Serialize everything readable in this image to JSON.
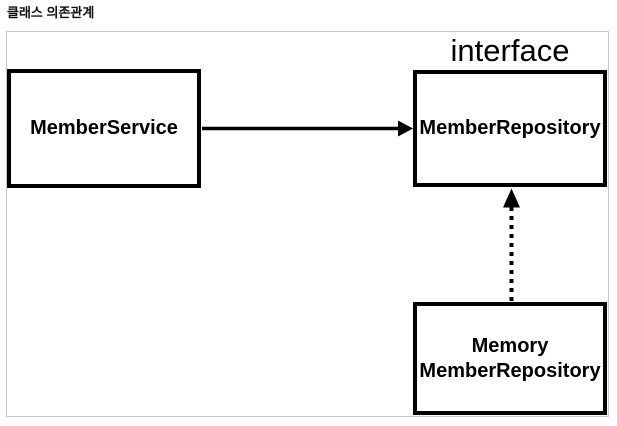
{
  "page": {
    "title": "클래스 의존관계"
  },
  "diagram": {
    "nodes": [
      {
        "id": "member-service",
        "label": "MemberService"
      },
      {
        "id": "member-repository",
        "label": "MemberRepository",
        "stereotype": "interface"
      },
      {
        "id": "memory-member-repository",
        "label": "Memory MemberRepository"
      }
    ],
    "edges": [
      {
        "from": "member-service",
        "to": "member-repository",
        "style": "solid-arrow"
      },
      {
        "from": "memory-member-repository",
        "to": "member-repository",
        "style": "dotted-arrow"
      }
    ],
    "colors": {
      "node_border": "#000000",
      "node_text": "#000000",
      "canvas_border": "#c9c9c9",
      "background": "#ffffff"
    }
  }
}
